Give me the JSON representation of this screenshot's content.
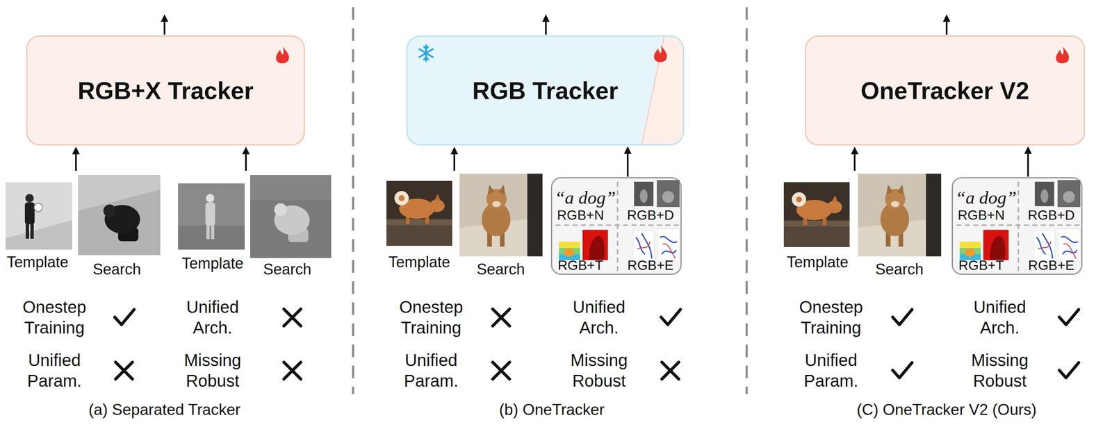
{
  "diagram": {
    "nodes": [
      {
        "text": [
          "RGB+X Tracker"
        ]
      },
      {
        "text": [
          "RGB Tracker"
        ]
      },
      {
        "text": [
          "“a dog”",
          "RGB+N",
          "RGB+D",
          "RGB+T",
          "RGB+E"
        ]
      },
      {
        "text": [
          "OneTracker V2"
        ]
      },
      {
        "text": [
          "“a dog”",
          "RGB+N",
          "RGB+D",
          "RGB+T",
          "RGB+E"
        ]
      }
    ],
    "edges": [
      {
        "from": 2,
        "to": 1,
        "arrow": "to"
      },
      {
        "from": 4,
        "to": 3,
        "arrow": "to"
      }
    ],
    "labels": [
      "Template",
      "Search",
      "Template",
      "Search",
      "Onestep Training",
      "Unified Arch.",
      "Unified Param.",
      "Missing Robust",
      "(a) Separated Tracker",
      "Template",
      "Search",
      "Onestep Training",
      "Unified Arch.",
      "Unified Param.",
      "Missing Robust",
      "(b) OneTracker",
      "Template",
      "Search",
      "Onestep Training",
      "Unified Arch.",
      "Unified Param.",
      "Missing Robust",
      "(C) OneTracker V2 (Ours)"
    ]
  }
}
